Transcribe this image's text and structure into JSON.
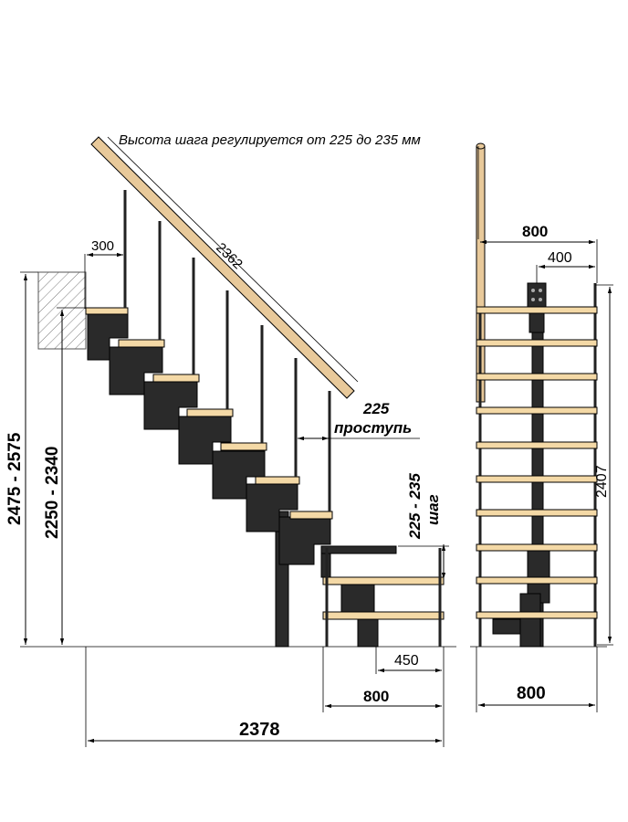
{
  "note": "Высота шага регулируется от 225 до 235 мм",
  "dimensions": {
    "baluster_offset": "300",
    "handrail_length": "2362",
    "tread_depth": "225",
    "tread_depth_label": "проступь",
    "step_height": "225 - 235",
    "step_height_label": "шаг",
    "total_height": "2475 - 2575",
    "floor_height": "2250 - 2340",
    "landing_half": "450",
    "landing_width": "800",
    "total_length": "2378",
    "side_width_top": "800",
    "side_half": "400",
    "side_height": "2407",
    "side_width_bottom": "800"
  },
  "colors": {
    "wood": "#f4d9a6",
    "metal": "#2a2a2a",
    "handrail": "#e8c99a"
  }
}
